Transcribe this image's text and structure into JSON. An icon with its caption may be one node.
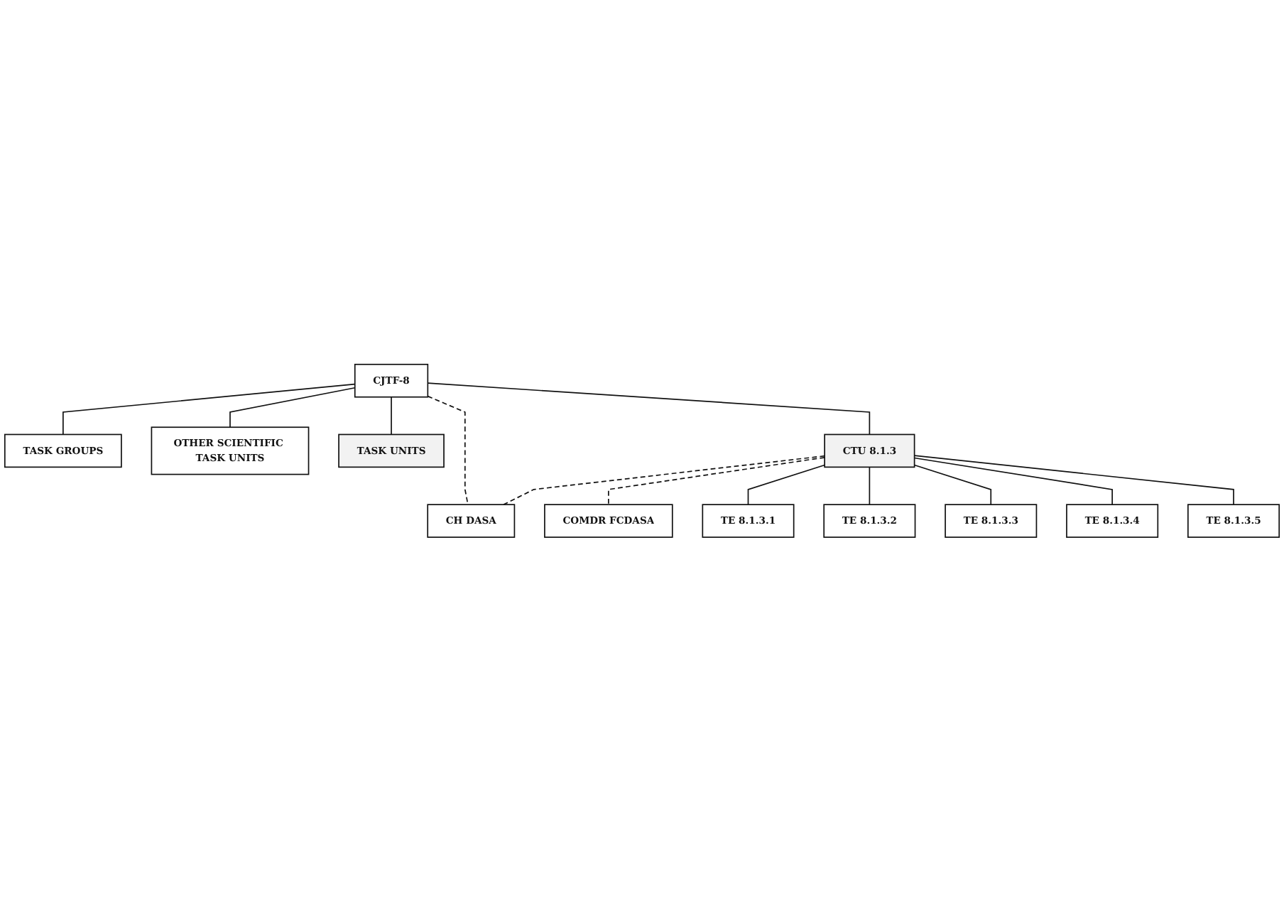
{
  "diagram": {
    "nodes": [
      {
        "text": [
          "CJTF-8"
        ]
      },
      {
        "text": [
          "CH DASA"
        ]
      },
      {
        "text": [
          "TASK GROUPS"
        ]
      },
      {
        "text": [
          "OTHER SCIENTIFIC TASK UNITS"
        ]
      },
      {
        "text": [
          "TASK UNITS"
        ]
      },
      {
        "text": [
          "CTU 8.1.3"
        ]
      },
      {
        "text": [
          "COMDR FCDASA"
        ]
      },
      {
        "text": [
          "TE 8.1.3.1"
        ]
      },
      {
        "text": [
          "TE 8.1.3.2"
        ]
      },
      {
        "text": [
          "TE 8.1.3.3"
        ]
      },
      {
        "text": [
          "TE 8.1.3.4"
        ]
      },
      {
        "text": [
          "TE 8.1.3.5"
        ]
      }
    ],
    "edges": [
      {
        "from": 0,
        "to": 1,
        "arrow": "none",
        "style": "dashed"
      },
      {
        "from": 0,
        "to": 2,
        "arrow": "none"
      },
      {
        "from": 0,
        "to": 3,
        "arrow": "none"
      },
      {
        "from": 0,
        "to": 4,
        "arrow": "none"
      },
      {
        "from": 0,
        "to": 5,
        "arrow": "none"
      },
      {
        "from": 5,
        "to": 1,
        "arrow": "none",
        "style": "dashed"
      },
      {
        "from": 5,
        "to": 6,
        "arrow": "none",
        "style": "dashed"
      },
      {
        "from": 5,
        "to": 7,
        "arrow": "none"
      },
      {
        "from": 5,
        "to": 8,
        "arrow": "none"
      },
      {
        "from": 5,
        "to": 9,
        "arrow": "none"
      },
      {
        "from": 5,
        "to": 10,
        "arrow": "none"
      },
      {
        "from": 5,
        "to": 11,
        "arrow": "none"
      }
    ]
  }
}
